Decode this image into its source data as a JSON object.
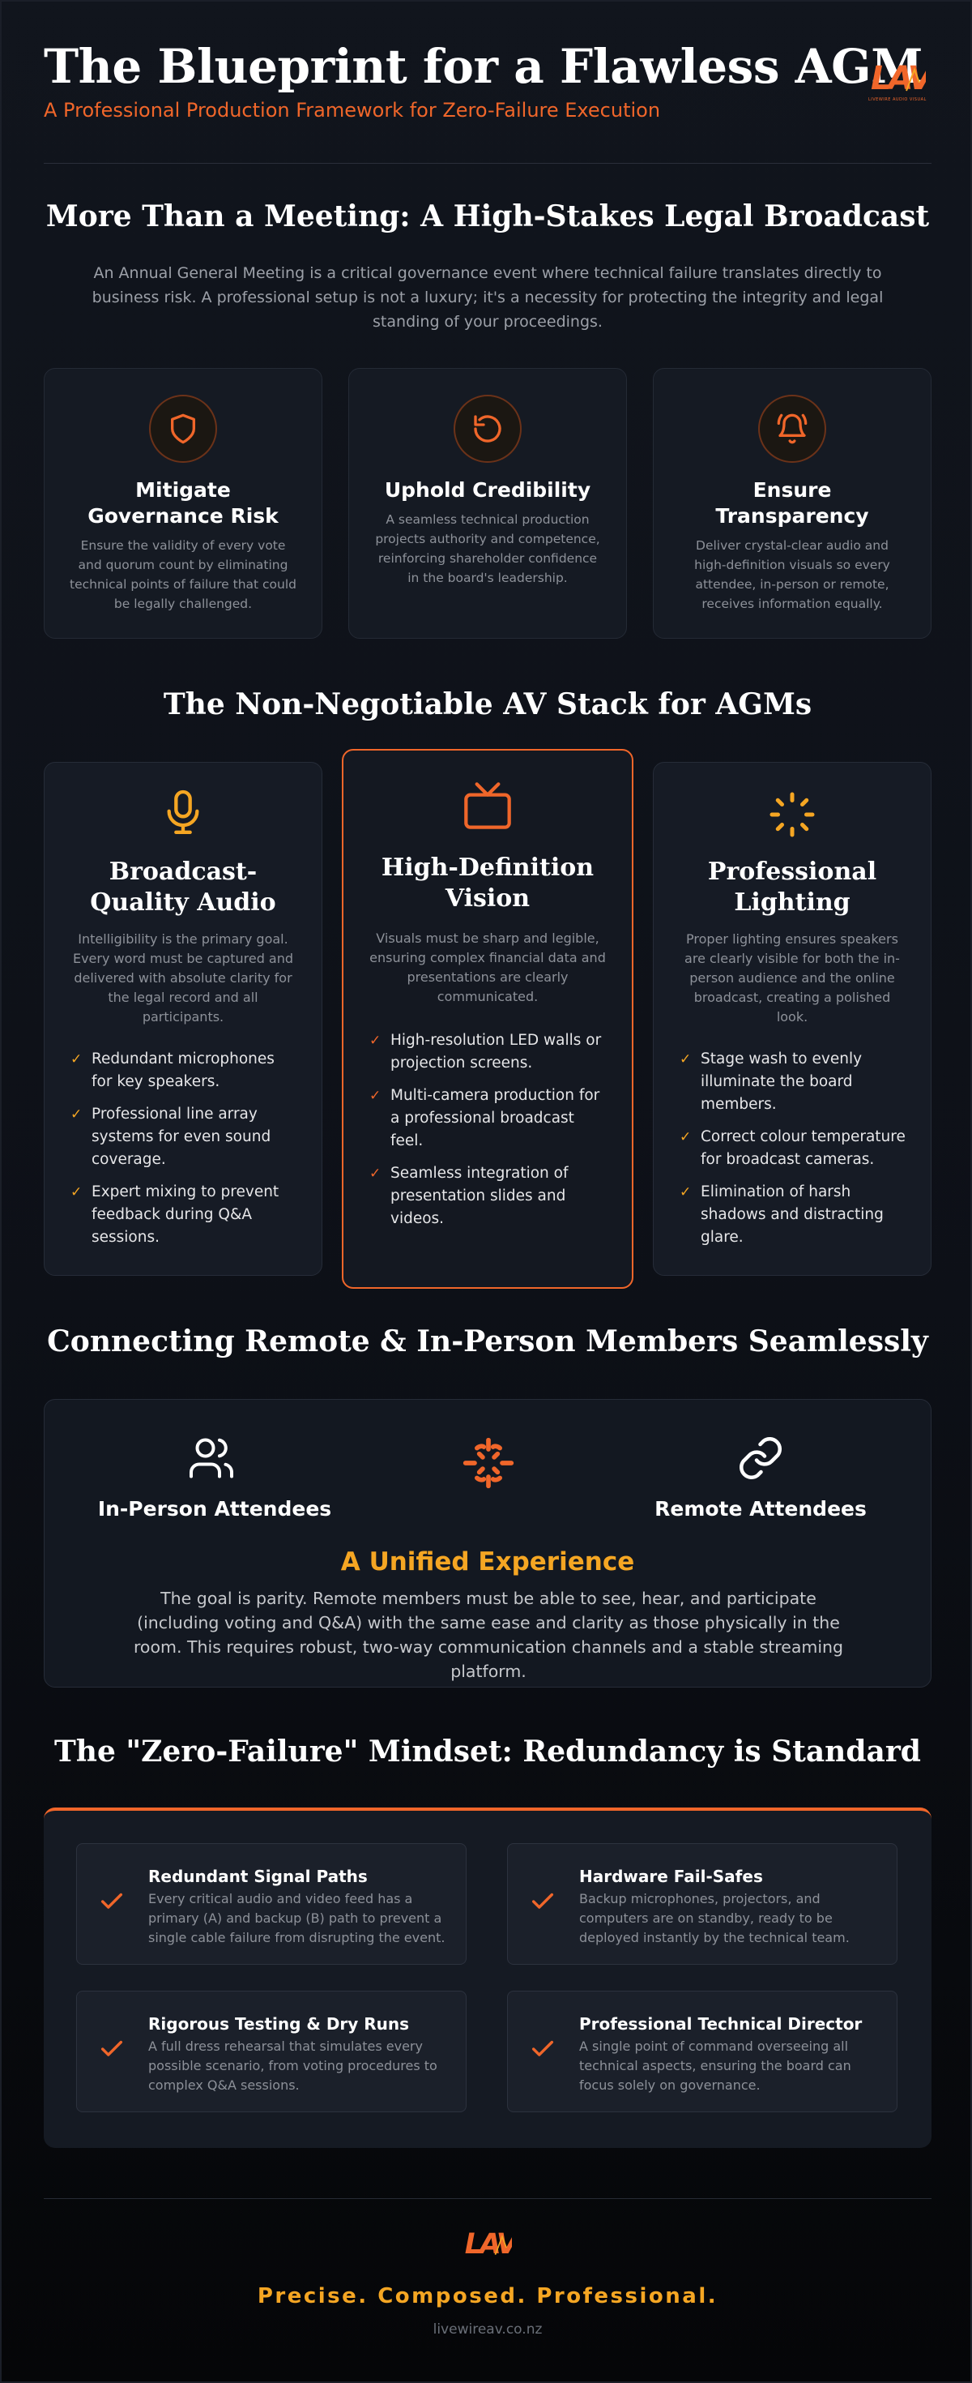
{
  "header": {
    "title": "The Blueprint for a Flawless AGM",
    "subtitle": "A Professional Production Framework for Zero-Failure Execution",
    "logo_text": "LAV",
    "logo_tagline": "LIVEWIRE AUDIO VISUAL"
  },
  "intro": {
    "title": "More Than a Meeting: A High-Stakes Legal Broadcast",
    "body": "An Annual General Meeting is a critical governance event where technical failure translates directly to business risk. A professional setup is not a luxury; it's a necessity for protecting the integrity and legal standing of your proceedings."
  },
  "pillars": [
    {
      "icon": "shield-icon",
      "title": "Mitigate Governance Risk",
      "desc": "Ensure the validity of every vote and quorum count by eliminating technical points of failure that could be legally challenged."
    },
    {
      "icon": "refresh-icon",
      "title": "Uphold Credibility",
      "desc": "A seamless technical production projects authority and competence, reinforcing shareholder confidence in the board's leadership."
    },
    {
      "icon": "bell-icon",
      "title": "Ensure Transparency",
      "desc": "Deliver crystal-clear audio and high-definition visuals so every attendee, in-person or remote, receives information equally."
    }
  ],
  "av_stack": {
    "title": "The Non-Negotiable AV Stack for AGMs",
    "cards": [
      {
        "icon": "microphone-icon",
        "title": "Broadcast-Quality Audio",
        "desc": "Intelligibility is the primary goal. Every word must be captured and delivered with absolute clarity for the legal record and all participants.",
        "items": [
          "Redundant microphones for key speakers.",
          "Professional line array systems for even sound coverage.",
          "Expert mixing to prevent feedback during Q&A sessions."
        ]
      },
      {
        "icon": "tv-icon",
        "title": "High-Definition Vision",
        "desc": "Visuals must be sharp and legible, ensuring complex financial data and presentations are clearly communicated.",
        "items": [
          "High-resolution LED walls or projection screens.",
          "Multi-camera production for a professional broadcast feel.",
          "Seamless integration of presentation slides and videos."
        ]
      },
      {
        "icon": "light-icon",
        "title": "Professional Lighting",
        "desc": "Proper lighting ensures speakers are clearly visible for both the in-person audience and the online broadcast, creating a polished look.",
        "items": [
          "Stage wash to evenly illuminate the board members.",
          "Correct colour temperature for broadcast cameras.",
          "Elimination of harsh shadows and distracting glare."
        ]
      }
    ]
  },
  "hybrid": {
    "title": "Connecting Remote & In-Person Members Seamlessly",
    "left_label": "In-Person Attendees",
    "right_label": "Remote Attendees",
    "unified_title": "A Unified Experience",
    "body": "The goal is parity. Remote members must be able to see, hear, and participate (including voting and Q&A) with the same ease and clarity as those physically in the room. This requires robust, two-way communication channels and a stable streaming platform."
  },
  "redundancy": {
    "title": "The \"Zero-Failure\" Mindset: Redundancy is Standard",
    "items": [
      {
        "title": "Redundant Signal Paths",
        "desc": "Every critical audio and video feed has a primary (A) and backup (B) path to prevent a single cable failure from disrupting the event."
      },
      {
        "title": "Hardware Fail-Safes",
        "desc": "Backup microphones, projectors, and computers are on standby, ready to be deployed instantly by the technical team."
      },
      {
        "title": "Rigorous Testing & Dry Runs",
        "desc": "A full dress rehearsal that simulates every possible scenario, from voting procedures to complex Q&A sessions."
      },
      {
        "title": "Professional Technical Director",
        "desc": "A single point of command overseeing all technical aspects, ensuring the board can focus solely on governance."
      }
    ]
  },
  "footer": {
    "tagline": "Precise. Composed. Professional.",
    "website": "livewireav.co.nz"
  },
  "colors": {
    "accent": "#f0662a",
    "gold": "#f5a623",
    "background": "#0d1017"
  }
}
